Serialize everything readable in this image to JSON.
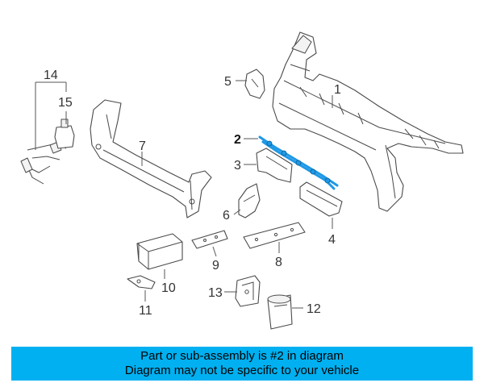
{
  "callouts": {
    "c1": "1",
    "c2": "2",
    "c3": "3",
    "c4": "4",
    "c5": "5",
    "c6": "6",
    "c7": "7",
    "c8": "8",
    "c9": "9",
    "c10": "10",
    "c11": "11",
    "c12": "12",
    "c13": "13",
    "c14": "14",
    "c15": "15"
  },
  "highlighted_part": "2",
  "highlight_color": "#1e98e6",
  "banner": {
    "line1": "Part or sub-assembly is #2 in diagram",
    "line2": "Diagram may not be specific to your vehicle",
    "background": "#00b0f0"
  }
}
